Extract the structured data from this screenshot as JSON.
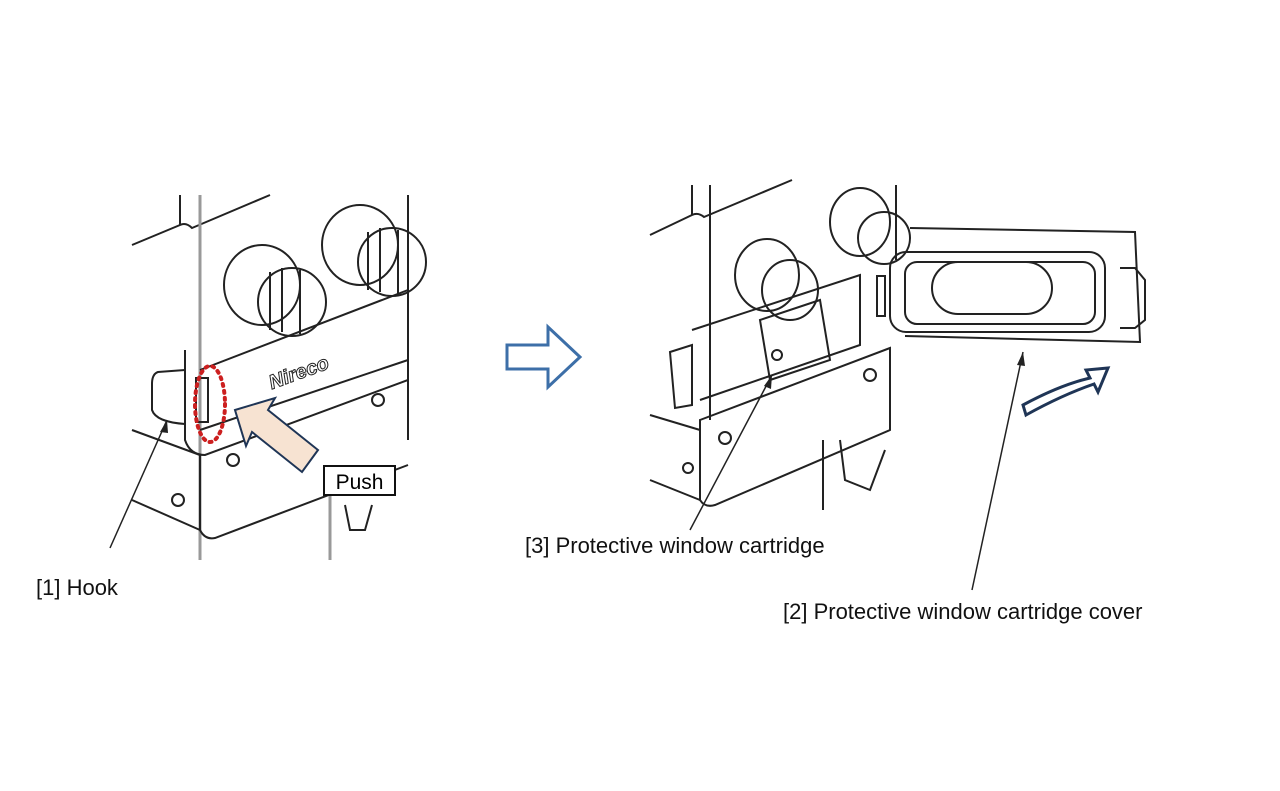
{
  "left_figure": {
    "push_label": "Push",
    "hook_label": "[1]  Hook",
    "logo_text": "Nireco",
    "highlight_color": "#cc1f1f",
    "push_arrow_fill": "#f7e3d2",
    "push_arrow_stroke": "#1f3556"
  },
  "transition_arrow": {
    "stroke": "#3d6fa8",
    "icon": "right-arrow-outline"
  },
  "right_figure": {
    "cartridge_label": "[3]  Protective window cartridge",
    "cover_label": "[2]  Protective window cartridge cover",
    "rotate_arrow_stroke": "#1f3556"
  }
}
